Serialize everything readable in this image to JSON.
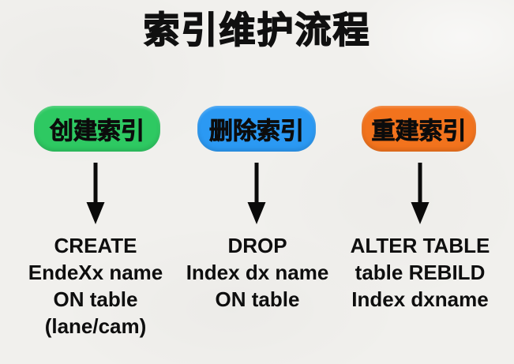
{
  "title": "索引维护流程",
  "colors": {
    "background": "#f1f0ed",
    "text": "#0e0e0e",
    "arrow": "#0a0a0a",
    "create_node": "#2ec962",
    "delete_node": "#2b99f3",
    "rebuild_node": "#f2731d"
  },
  "columns": [
    {
      "label": "创建索引",
      "color": "#2ec962",
      "code_lines": [
        "CREATE",
        "EndeXx name",
        "ON table",
        "(lane/cam)"
      ]
    },
    {
      "label": "删除索引",
      "color": "#2b99f3",
      "code_lines": [
        "DROP",
        "Index dx name",
        "ON table"
      ]
    },
    {
      "label": "重建索引",
      "color": "#f2731d",
      "code_lines": [
        "ALTER TABLE",
        "table REBILD",
        "Index dxname"
      ]
    }
  ]
}
